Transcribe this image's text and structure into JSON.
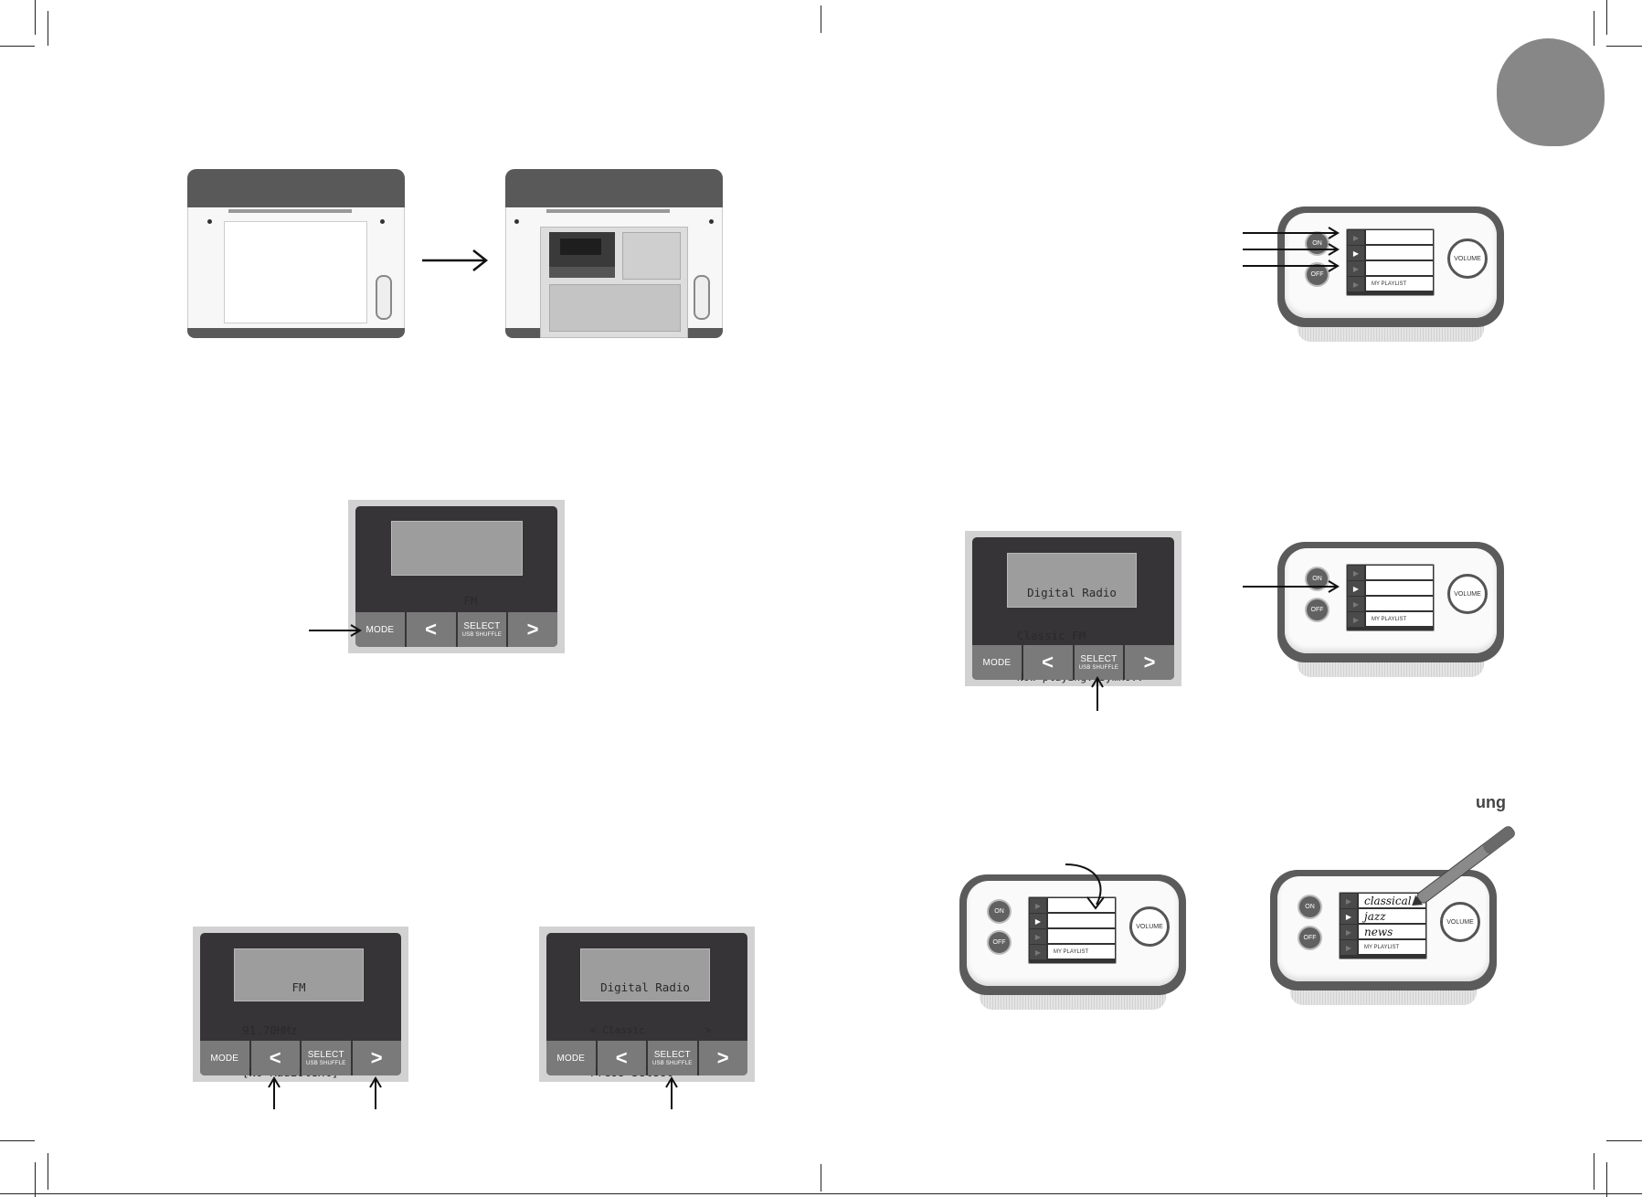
{
  "tab_marker_color": "#878787",
  "corner_text": "ung",
  "lcd_panels": [
    {
      "id": "mode",
      "lines": [
        "FM"
      ],
      "buttons": {
        "mode": "MODE",
        "prev": "<",
        "select": "SELECT",
        "select_sub": "USB SHUFFLE",
        "next": ">"
      }
    },
    {
      "id": "fm-tuning",
      "lines": [
        "FM",
        "91.70HMz",
        "[No Radiotext]"
      ],
      "buttons": {
        "mode": "MODE",
        "prev": "<",
        "select": "SELECT",
        "select_sub": "USB SHUFFLE",
        "next": ">"
      }
    },
    {
      "id": "digital-select",
      "lines": [
        "Digital Radio",
        "< Classic          >",
        "Press Select"
      ],
      "buttons": {
        "mode": "MODE",
        "prev": "<",
        "select": "SELECT",
        "select_sub": "USB SHUFFLE",
        "next": ">"
      }
    },
    {
      "id": "digital-playing",
      "lines": [
        "Digital Radio",
        "Classic FM",
        "Now playing: Symho.."
      ],
      "buttons": {
        "mode": "MODE",
        "prev": "<",
        "select": "SELECT",
        "select_sub": "USB SHUFFLE",
        "next": ">"
      }
    }
  ],
  "radio_top": {
    "on_label": "ON",
    "off_label": "OFF",
    "volume_label": "VOLUME",
    "playlist_label": "MY PLAYLIST",
    "handwritten_labels": [
      "classical",
      "jazz",
      "news"
    ]
  }
}
